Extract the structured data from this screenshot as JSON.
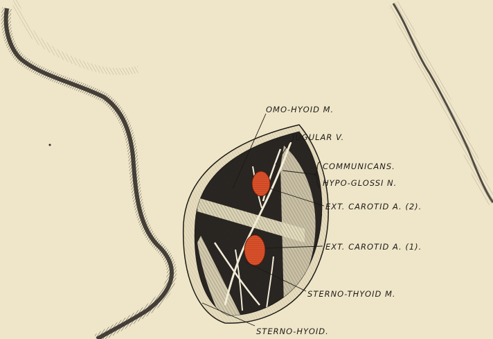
{
  "labels": {
    "omo_hyoid": "OMO-HYOID M.",
    "jugular": "JUGULAR V.",
    "communicans_1": "COMMUNICANS.",
    "communicans_2": "HYPO-GLOSSI N.",
    "ext_carotid_2": "EXT. CAROTID A. (2).",
    "ext_carotid_1": "EXT. CAROTID A. (1).",
    "sterno_thyoid": "STERNO-THYOID M.",
    "sterno_hyoid": "STERNO-HYOID."
  },
  "colors": {
    "paper": "#efe6c9",
    "ink": "#1d1a16",
    "artery": "#d8502a",
    "wound_dark": "#2a2622"
  }
}
